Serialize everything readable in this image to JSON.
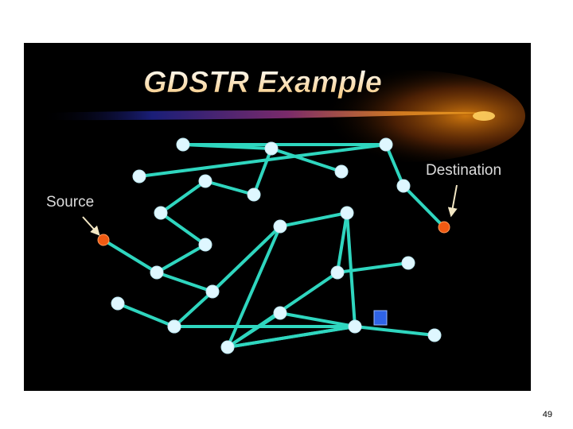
{
  "slide": {
    "title": "GDSTR Example",
    "labels": {
      "source": "Source",
      "destination": "Destination"
    },
    "page_number": "49"
  },
  "colors": {
    "background": "#000000",
    "title_fill": "#fde7b2",
    "label_text": "#dcdcdc",
    "node_fill": "#dff7ff",
    "edge_color": "#2fd6bf",
    "special_node": "#f05a12",
    "marker_fill": "#2f63e6",
    "comet_head": "#f0a020",
    "comet_tail": "#1a1e78"
  },
  "graph": {
    "nodes": [
      {
        "id": "n1",
        "role": "node"
      },
      {
        "id": "n2",
        "role": "node"
      },
      {
        "id": "n3",
        "role": "node"
      },
      {
        "id": "n4",
        "role": "node"
      },
      {
        "id": "n5",
        "role": "node"
      },
      {
        "id": "n6",
        "role": "node"
      },
      {
        "id": "n7",
        "role": "node"
      },
      {
        "id": "n8",
        "role": "node"
      },
      {
        "id": "n9",
        "role": "node"
      },
      {
        "id": "n10",
        "role": "node"
      },
      {
        "id": "n11",
        "role": "node"
      },
      {
        "id": "n12",
        "role": "node"
      },
      {
        "id": "n13",
        "role": "node"
      },
      {
        "id": "n14",
        "role": "node"
      },
      {
        "id": "n15",
        "role": "node"
      },
      {
        "id": "n16",
        "role": "node"
      },
      {
        "id": "n17",
        "role": "node"
      },
      {
        "id": "n18",
        "role": "node"
      },
      {
        "id": "n19",
        "role": "node"
      },
      {
        "id": "n20",
        "role": "node"
      },
      {
        "id": "n21",
        "role": "node"
      },
      {
        "id": "n22",
        "role": "node"
      },
      {
        "id": "n23",
        "role": "node"
      },
      {
        "id": "src",
        "role": "source"
      },
      {
        "id": "dst",
        "role": "destination"
      }
    ],
    "edges": [
      [
        "n1",
        "n2"
      ],
      [
        "n1",
        "n3"
      ],
      [
        "n2",
        "n8"
      ],
      [
        "n2",
        "n9"
      ],
      [
        "n3",
        "n4"
      ],
      [
        "n3",
        "n5"
      ],
      [
        "n6",
        "n7"
      ],
      [
        "n6",
        "n8"
      ],
      [
        "n7",
        "n10"
      ],
      [
        "n10",
        "n11"
      ],
      [
        "n11",
        "n13"
      ],
      [
        "n12",
        "n18"
      ],
      [
        "n13",
        "n14"
      ],
      [
        "n13",
        "n21"
      ],
      [
        "n14",
        "n15"
      ],
      [
        "n14",
        "n16"
      ],
      [
        "n15",
        "n17"
      ],
      [
        "n16",
        "n17"
      ],
      [
        "n16",
        "n19"
      ],
      [
        "n17",
        "n20"
      ],
      [
        "n18",
        "n19"
      ],
      [
        "n19",
        "n22"
      ],
      [
        "n19",
        "n23"
      ],
      [
        "src",
        "n11"
      ],
      [
        "n5",
        "dst"
      ]
    ],
    "marker": {
      "name": "current-position-marker"
    }
  }
}
